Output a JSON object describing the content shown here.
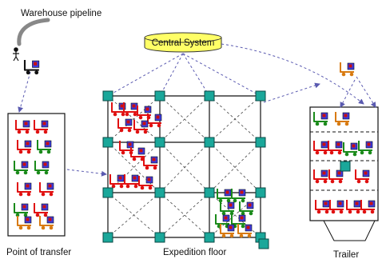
{
  "labels": {
    "warehouse_pipeline": "Warehouse pipeline",
    "central_system": "Central System",
    "point_of_transfer": "Point of transfer",
    "expedition_floor": "Expedition floor",
    "trailer": "Trailer"
  },
  "colors": {
    "red_cart": "#e01010",
    "green_cart": "#1a8a1a",
    "orange_cart": "#d87a10",
    "black_cart": "#111111",
    "node": "#1aa79a",
    "central_fill": "#ffff66",
    "box_fill": "#3a3adf",
    "box_flag": "#c81010",
    "arrow": "#5a5ab0"
  },
  "icons": [
    "pipeline-curve-icon",
    "person-icon",
    "cart-icon",
    "node-icon",
    "trailer-icon"
  ]
}
